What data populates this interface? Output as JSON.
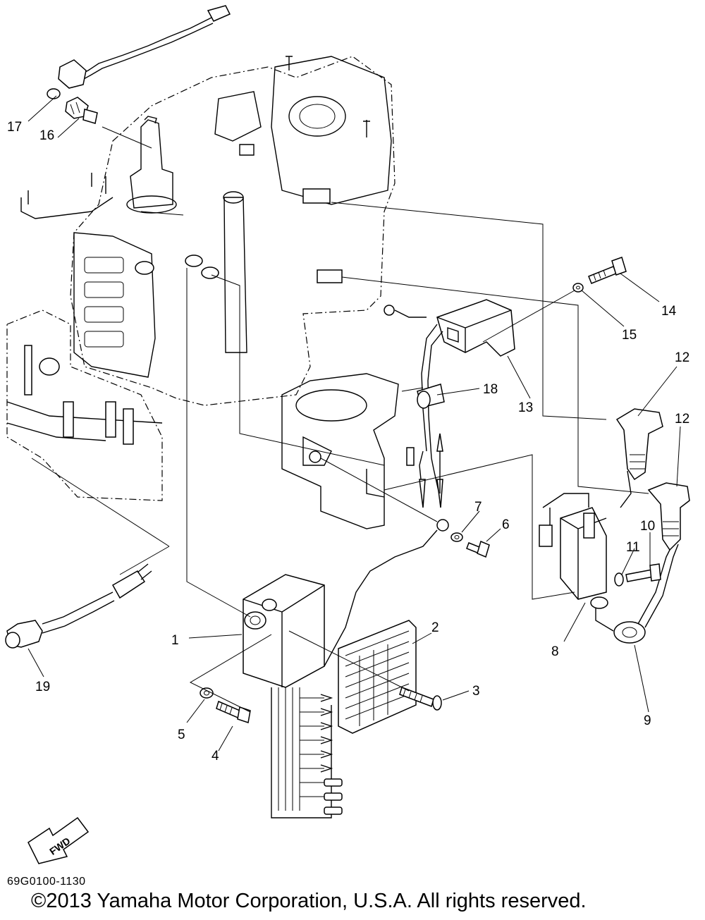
{
  "diagram": {
    "code": "69G0100-1130",
    "copyright": "©2013 Yamaha Motor Corporation, U.S.A. All rights reserved.",
    "fwd_label": "FWD",
    "callouts": [
      "1",
      "2",
      "3",
      "4",
      "5",
      "6",
      "7",
      "8",
      "9",
      "10",
      "11",
      "12",
      "12",
      "13",
      "14",
      "15",
      "16",
      "17",
      "18",
      "19"
    ]
  }
}
